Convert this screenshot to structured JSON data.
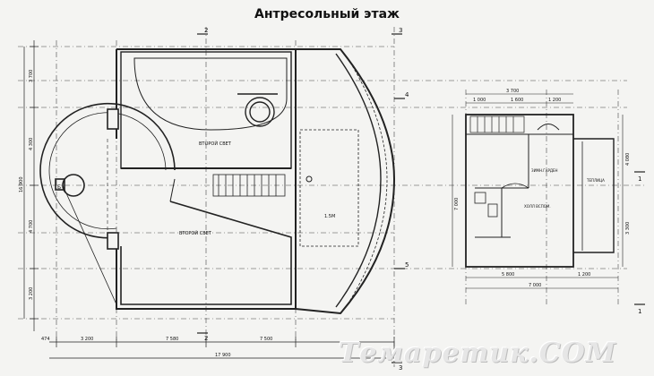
{
  "title": "Антресольный этаж",
  "watermark": "Темаретик.СОМ",
  "section_marks": {
    "top_left": "2",
    "top_right": "3",
    "bottom_left": "2",
    "bottom_right": "3",
    "mid_4": "4",
    "mid_5": "5",
    "right_1_top": "1",
    "right_1_bottom": "1",
    "left_b": "Б"
  },
  "room_labels": {
    "upper_light_1": "ВТОРОЙ СВЕТ",
    "upper_light_2": "ВТОРОЙ СВЕТ",
    "small_tag": "1.5М",
    "annex_hall": "ЗИМН.ГАРДЕН",
    "annex_room": "ХОЛЛ ВСПОМ.",
    "annex_side": "ТЕПЛИЦА"
  },
  "dims": {
    "left_top": "3 700",
    "left_mid1": "4 300",
    "left_mid2": "4 700",
    "left_low": "3 200",
    "left_total": "16 900",
    "bottom_a": "474",
    "bottom_1": "3 200",
    "bottom_2": "7 580",
    "bottom_3": "7 500",
    "bottom_total": "17 900",
    "annex_top": "3 700",
    "annex_top_a": "1 000",
    "annex_top_b": "1 600",
    "annex_top_c": "1 200",
    "annex_right_a": "4 080",
    "annex_right_b": "3 300",
    "annex_bottom_a": "5 800",
    "annex_bottom_b": "1 200",
    "annex_bottom_total": "7 000",
    "annex_left": "7 000"
  }
}
